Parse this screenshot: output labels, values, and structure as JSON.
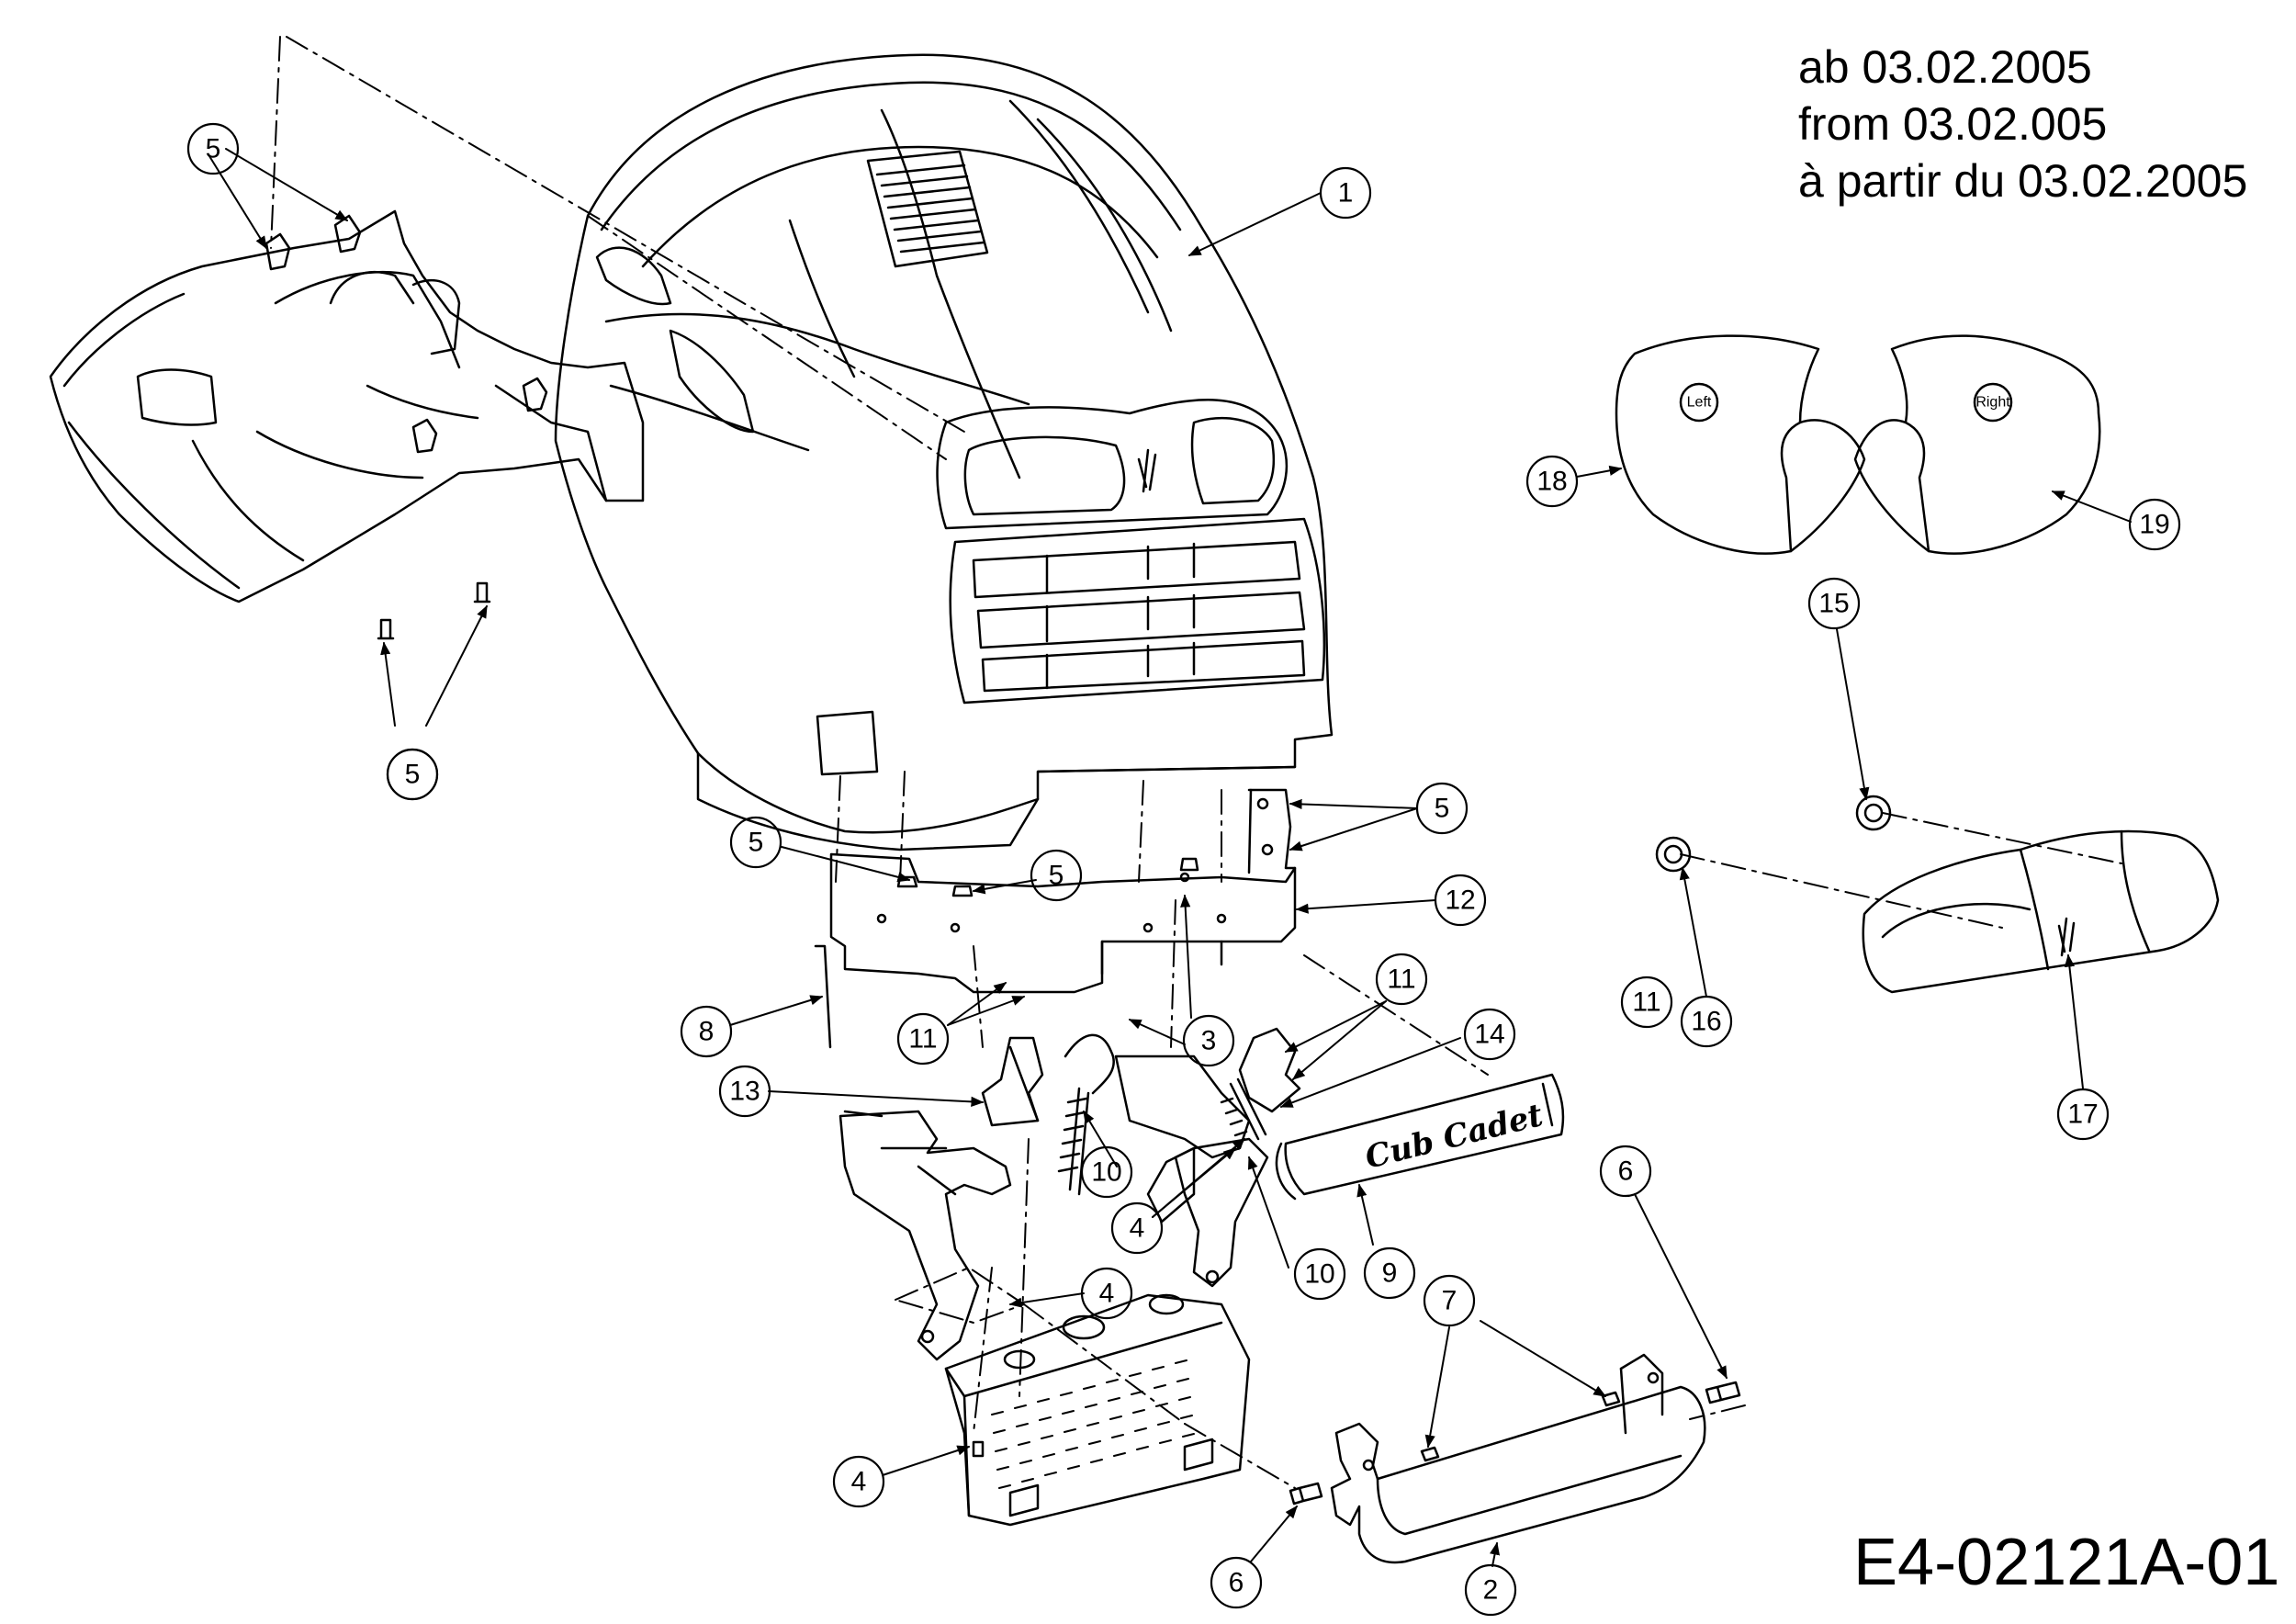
{
  "header": {
    "date_lines": [
      "ab 03.02.2005",
      "from 03.02.005",
      "à partir du 03.02.2005"
    ]
  },
  "footer": {
    "doc_code": "E4-02121A-01"
  },
  "parts": {
    "hood": "1",
    "bumper": "2",
    "screw_a": "3",
    "screw_b": "4",
    "clip": "5",
    "bolt": "6",
    "nut": "7",
    "wire_clip": "8",
    "emblem": "9",
    "spring": "10",
    "hinge_bolt": "11",
    "bracket": "12",
    "hinge_bracket": "13",
    "emblem_clip": "14",
    "knob_a": "15",
    "knob_b": "16",
    "lens": "17",
    "decal_left": "18",
    "decal_right": "19"
  },
  "decals": {
    "left": "Left",
    "right": "Right"
  },
  "emblem_text": "Cub Cadet"
}
